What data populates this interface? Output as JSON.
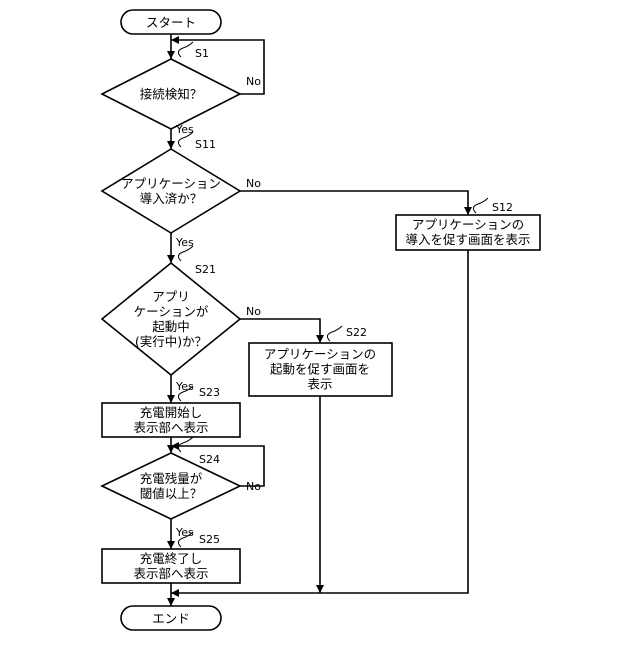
{
  "flowchart": {
    "start": "スタート",
    "end": "エンド",
    "steps": {
      "s1": {
        "id": "S1",
        "text": [
          "接続検知？"
        ]
      },
      "s11": {
        "id": "S11",
        "text": [
          "アプリケーション",
          "導入済か？"
        ]
      },
      "s12": {
        "id": "S12",
        "text": [
          "アプリケーションの",
          "導入を促す画面を表示"
        ]
      },
      "s21": {
        "id": "S21",
        "text": [
          "アプリ",
          "ケーションが",
          "起動中",
          "(実行中)か？"
        ]
      },
      "s22": {
        "id": "S22",
        "text": [
          "アプリケーションの",
          "起動を促す画面を",
          "表示"
        ]
      },
      "s23": {
        "id": "S23",
        "text": [
          "充電開始し",
          "表示部へ表示"
        ]
      },
      "s24": {
        "id": "S24",
        "text": [
          "充電残量が",
          "閾値以上？"
        ]
      },
      "s25": {
        "id": "S25",
        "text": [
          "充電終了し",
          "表示部へ表示"
        ]
      }
    },
    "branch_labels": {
      "yes": "Yes",
      "no": "No"
    }
  }
}
